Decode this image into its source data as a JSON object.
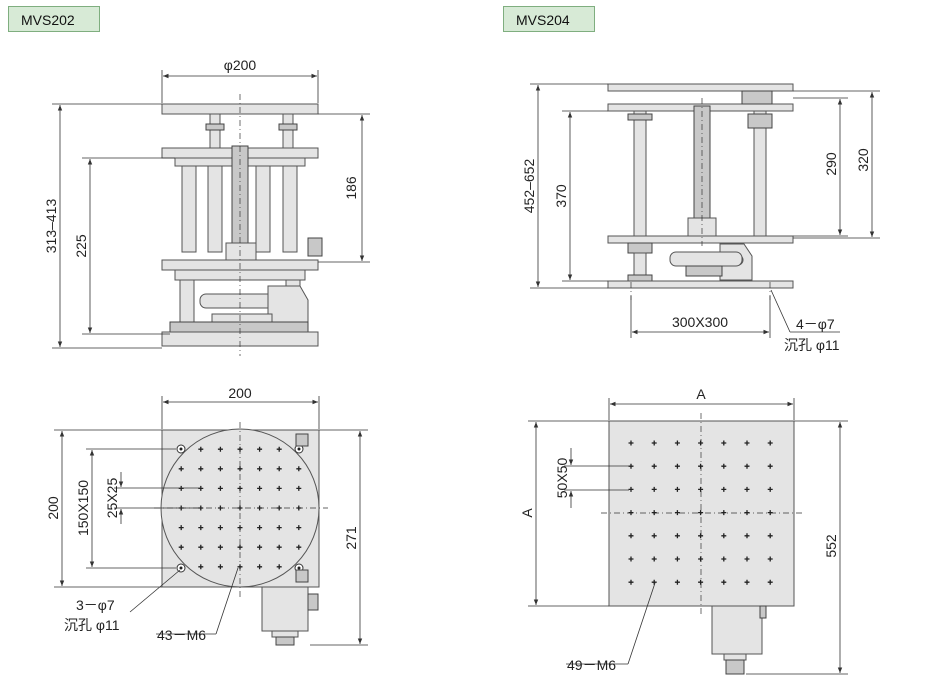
{
  "models": {
    "left": "MVS202",
    "right": "MVS204"
  },
  "left_front": {
    "top_dia": "φ200",
    "overall_height": "313–413",
    "lower_height": "225",
    "upper_height": "186"
  },
  "left_plan": {
    "width": "200",
    "height": "200",
    "depth": "271",
    "pattern": "150X150",
    "pitch": "25X25",
    "mount_holes": "3－φ7",
    "counterbore": "沉孔 φ11",
    "taps": "43－M6"
  },
  "right_front": {
    "overall_height": "452–652",
    "lower_height": "370",
    "h290": "290",
    "h320": "320",
    "hole_spacing": "300X300",
    "mount_holes": "4－φ7",
    "counterbore": "沉孔 φ11"
  },
  "right_plan": {
    "width": "A",
    "height": "A",
    "depth": "552",
    "pitch": "50X50",
    "taps": "49－M6"
  }
}
